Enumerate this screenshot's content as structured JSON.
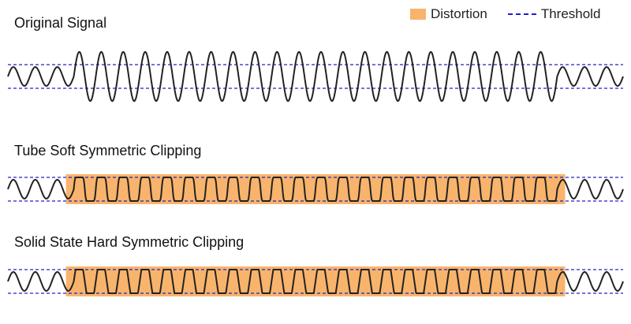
{
  "legend": {
    "distortion_label": "Distortion",
    "threshold_label": "Threshold",
    "distortion_color": "#f8b46c",
    "threshold_color": "#2020c8"
  },
  "panels": [
    {
      "title": "Original Signal",
      "clipping": "none"
    },
    {
      "title": "Tube Soft Symmetric Clipping",
      "clipping": "soft"
    },
    {
      "title": "Solid State Hard Symmetric Clipping",
      "clipping": "hard"
    }
  ],
  "signal": {
    "color": "#222222",
    "quiet_cycles_each_side": 3,
    "loud_cycles": 22,
    "loud_to_quiet_amplitude_ratio": 2.6,
    "threshold_to_quiet_amplitude_ratio": 1.25
  }
}
